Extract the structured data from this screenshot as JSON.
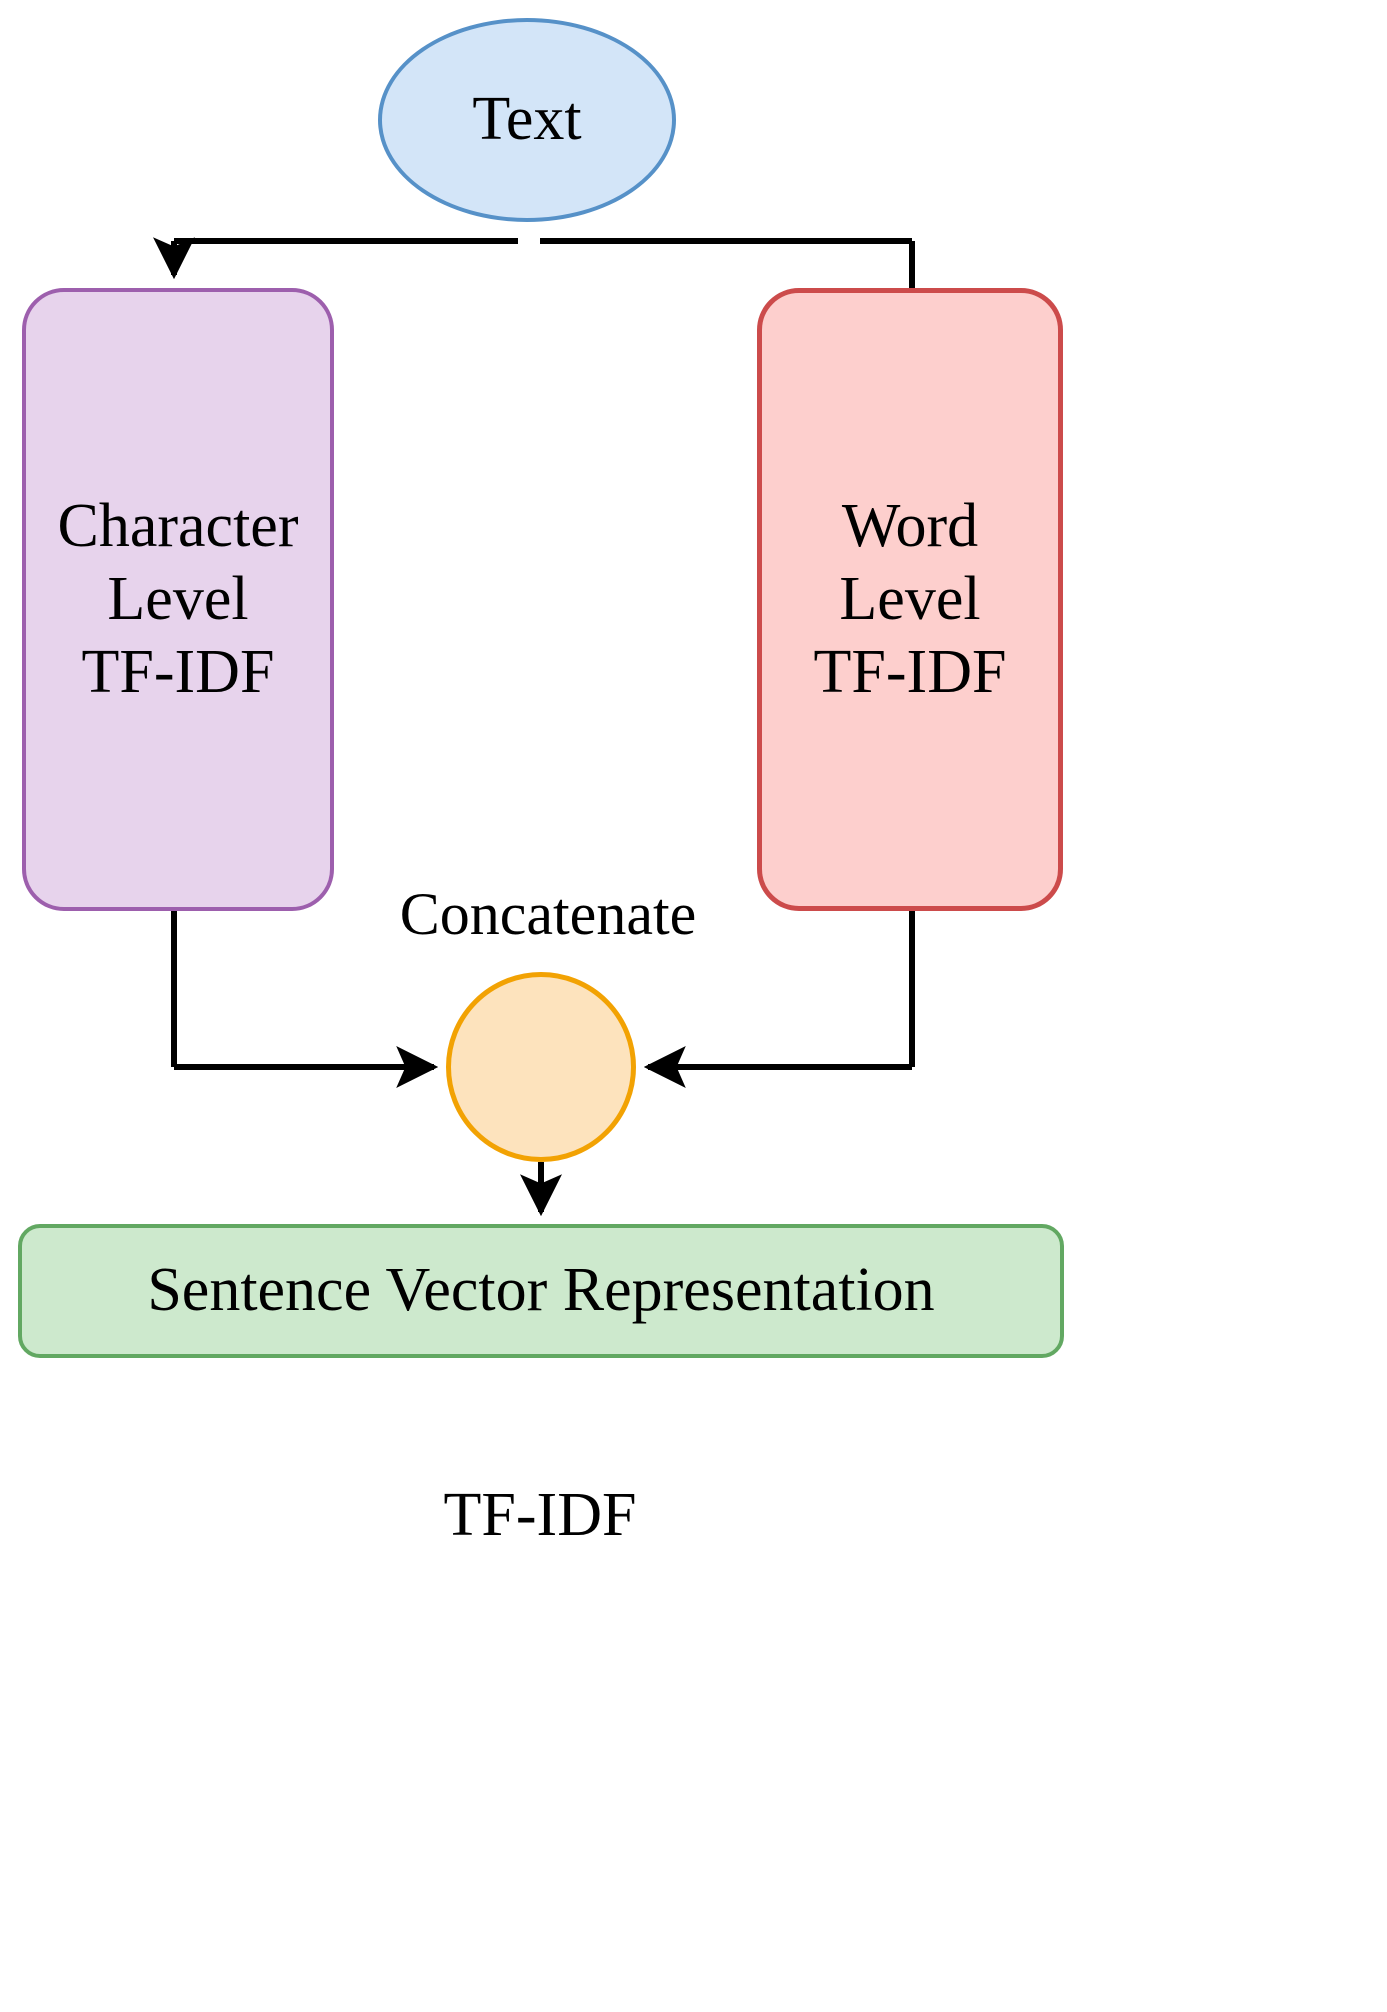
{
  "diagram": {
    "title": "TF-IDF",
    "nodes": {
      "text": {
        "label": "Text",
        "shape": "ellipse",
        "fill": "#d3e5f8",
        "stroke": "#5691c8"
      },
      "character_level": {
        "label": "Character\nLevel\nTF-IDF",
        "shape": "rounded-rect",
        "fill": "#e7d3ec",
        "stroke": "#9d5fad"
      },
      "word_level": {
        "label": "Word\nLevel\nTF-IDF",
        "shape": "rounded-rect",
        "fill": "#fdcfcd",
        "stroke": "#cc4b4b"
      },
      "concatenate": {
        "label": "Concatenate",
        "shape": "circle",
        "fill": "#fde3bd",
        "stroke": "#f2a203"
      },
      "sentence_vector": {
        "label": "Sentence Vector Representation",
        "shape": "rounded-rect",
        "fill": "#cde9cd",
        "stroke": "#62a862"
      }
    },
    "edges": [
      {
        "from": "text",
        "to": "character_level",
        "style": "elbow-down-left",
        "color": "#000000"
      },
      {
        "from": "text",
        "to": "word_level",
        "style": "elbow-down-right",
        "color": "#000000"
      },
      {
        "from": "character_level",
        "to": "concatenate",
        "style": "elbow-down-right",
        "color": "#000000"
      },
      {
        "from": "word_level",
        "to": "concatenate",
        "style": "elbow-down-left",
        "color": "#000000"
      },
      {
        "from": "concatenate",
        "to": "sentence_vector",
        "style": "straight-down",
        "color": "#000000"
      }
    ],
    "caption": "TF-IDF"
  }
}
